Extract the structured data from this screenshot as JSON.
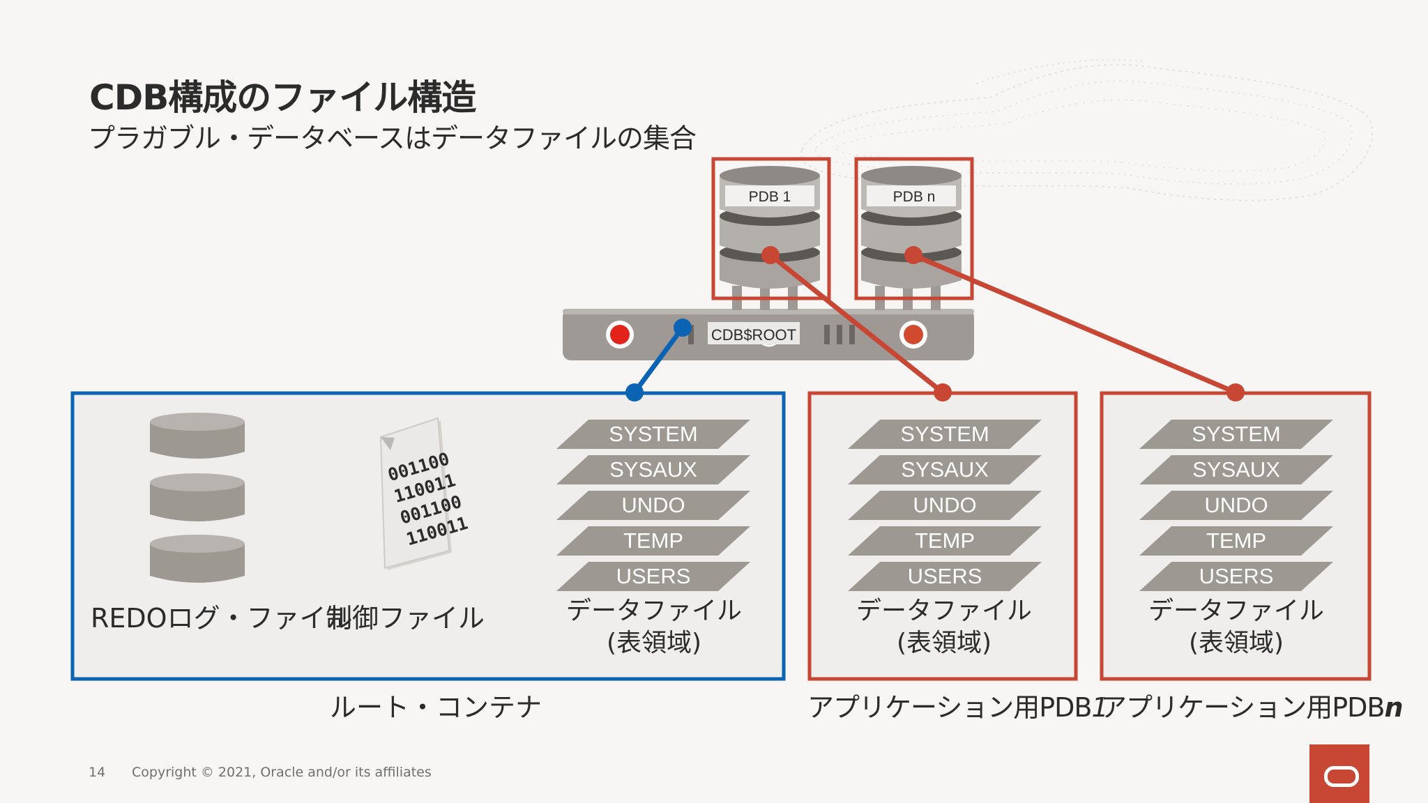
{
  "title": "CDB構成のファイル構造",
  "subtitle": "プラガブル・データベースはデータファイルの集合",
  "cdb_root_label": "CDB$ROOT",
  "pdbs": [
    {
      "label": "PDB 1"
    },
    {
      "label": "PDB n"
    }
  ],
  "root_container": {
    "caption": "ルート・コンテナ",
    "redo_caption": "REDOログ・ファイル",
    "control_caption": "制御ファイル",
    "control_binary": [
      "001100",
      "110011",
      "001100",
      "110011"
    ],
    "datafile_caption_line1": "データファイル",
    "datafile_caption_line2": "(表領域)"
  },
  "app_pdb1": {
    "caption": "アプリケーション用PDB",
    "caption_suffix": "1",
    "datafile_caption_line1": "データファイル",
    "datafile_caption_line2": "(表領域)"
  },
  "app_pdbn": {
    "caption": "アプリケーション用PDB",
    "caption_suffix": "n",
    "datafile_caption_line1": "データファイル",
    "datafile_caption_line2": "(表領域)"
  },
  "tablespaces": [
    "SYSTEM",
    "SYSAUX",
    "UNDO",
    "TEMP",
    "USERS"
  ],
  "colors": {
    "root_blue": "#0a63b3",
    "pdb_red": "#c74634",
    "tablespace_gray": "#9e9893",
    "box_fill": "#efeeed"
  },
  "footer": {
    "page_number": "14",
    "copyright": "Copyright © 2021, Oracle and/or its affiliates"
  }
}
